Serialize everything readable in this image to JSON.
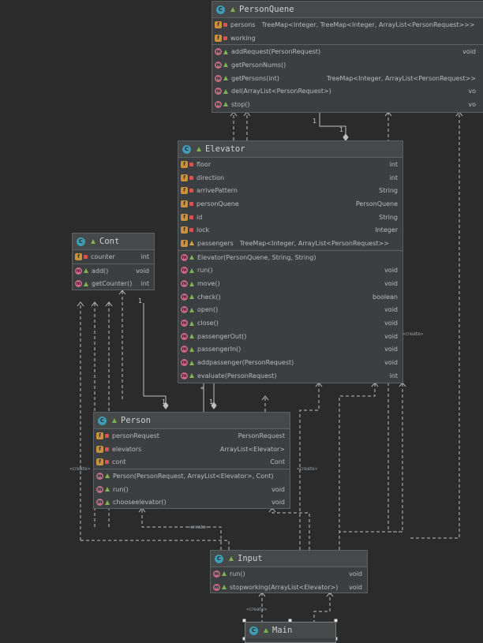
{
  "classes": {
    "personquene": {
      "name": "PersonQuene",
      "fields": [
        {
          "name": "persons",
          "type": "TreeMap<Integer, TreeMap<Integer, ArrayList<PersonRequest>>>",
          "vis": "private"
        },
        {
          "name": "working",
          "type": "",
          "vis": "private"
        }
      ],
      "methods": [
        {
          "name": "addRequest(PersonRequest)",
          "type": "void",
          "vis": "public"
        },
        {
          "name": "getPersonNums()",
          "type": "",
          "vis": "public"
        },
        {
          "name": "getPersons(int)",
          "type": "TreeMap<Integer, ArrayList<PersonRequest>>",
          "vis": "public"
        },
        {
          "name": "del(ArrayList<PersonRequest>)",
          "type": "vo",
          "vis": "public"
        },
        {
          "name": "stop()",
          "type": "vo",
          "vis": "public"
        }
      ]
    },
    "elevator": {
      "name": "Elevator",
      "fields": [
        {
          "name": "floor",
          "type": "int",
          "vis": "private"
        },
        {
          "name": "direction",
          "type": "int",
          "vis": "private"
        },
        {
          "name": "arrivePattern",
          "type": "String",
          "vis": "private"
        },
        {
          "name": "personQuene",
          "type": "PersonQuene",
          "vis": "private"
        },
        {
          "name": "id",
          "type": "String",
          "vis": "private"
        },
        {
          "name": "lock",
          "type": "Integer",
          "vis": "private"
        },
        {
          "name": "passengers",
          "type": "TreeMap<Integer, ArrayList<PersonRequest>>",
          "vis": "package"
        }
      ],
      "methods": [
        {
          "name": "Elevator(PersonQuene, String, String)",
          "type": "",
          "vis": "public"
        },
        {
          "name": "run()",
          "type": "void",
          "vis": "public"
        },
        {
          "name": "move()",
          "type": "void",
          "vis": "public"
        },
        {
          "name": "check()",
          "type": "boolean",
          "vis": "public"
        },
        {
          "name": "open()",
          "type": "void",
          "vis": "public"
        },
        {
          "name": "close()",
          "type": "void",
          "vis": "public"
        },
        {
          "name": "passengerOut()",
          "type": "void",
          "vis": "public"
        },
        {
          "name": "passengerIn()",
          "type": "void",
          "vis": "public"
        },
        {
          "name": "addpassenger(PersonRequest)",
          "type": "void",
          "vis": "public"
        },
        {
          "name": "evaluate(PersonRequest)",
          "type": "int",
          "vis": "public"
        }
      ]
    },
    "cont": {
      "name": "Cont",
      "fields": [
        {
          "name": "counter",
          "type": "int",
          "vis": "private"
        }
      ],
      "methods": [
        {
          "name": "add()",
          "type": "void",
          "vis": "public"
        },
        {
          "name": "getCounter()",
          "type": "int",
          "vis": "public"
        }
      ]
    },
    "person": {
      "name": "Person",
      "fields": [
        {
          "name": "personRequest",
          "type": "PersonRequest",
          "vis": "private"
        },
        {
          "name": "elevators",
          "type": "ArrayList<Elevator>",
          "vis": "private"
        },
        {
          "name": "cont",
          "type": "Cont",
          "vis": "private"
        }
      ],
      "methods": [
        {
          "name": "Person(PersonRequest, ArrayList<Elevator>, Cont)",
          "type": "",
          "vis": "public"
        },
        {
          "name": "run()",
          "type": "void",
          "vis": "public"
        },
        {
          "name": "chooseelevator()",
          "type": "void",
          "vis": "public"
        }
      ]
    },
    "input": {
      "name": "Input",
      "fields": [],
      "methods": [
        {
          "name": "run()",
          "type": "void",
          "vis": "public"
        },
        {
          "name": "stopworking(ArrayList<Elevator>)",
          "type": "void",
          "vis": "public"
        }
      ]
    },
    "main": {
      "name": "Main",
      "fields": [],
      "methods": []
    }
  },
  "icons": {
    "class_icon": "C",
    "field_icon": "f",
    "method_icon": "m"
  },
  "stereotypes": {
    "create": "«create»"
  },
  "multiplicities": {
    "one": "1",
    "many": "*"
  },
  "colors": {
    "background": "#2b2b2b",
    "box": "#3c3f41",
    "field_icon": "#c9913c",
    "method_icon": "#c76a87",
    "class_icon": "#3e9cb5",
    "private": "#d9534f",
    "public": "#7fb34f",
    "package": "#d9a343"
  }
}
